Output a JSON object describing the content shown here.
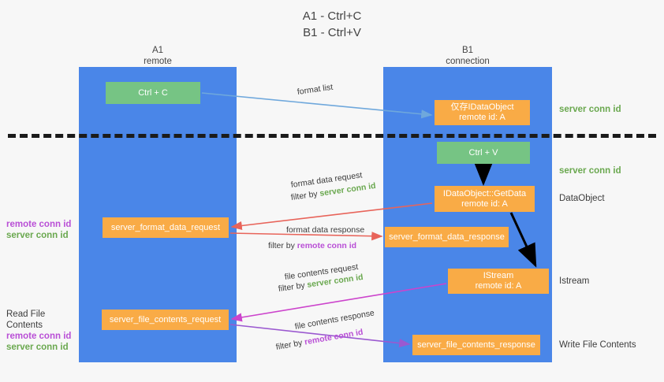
{
  "title": "A1 - Ctrl+C\nB1 - Ctrl+V",
  "columns": {
    "left": {
      "name": "A1",
      "role": "remote"
    },
    "right": {
      "name": "B1",
      "role": "connection"
    }
  },
  "nodes": {
    "ctrl_c": {
      "label": "Ctrl + C",
      "color": "#76c484"
    },
    "idataobject": {
      "line1": "仅存IDataObject",
      "line2": "remote id: A",
      "color": "#f9ab46"
    },
    "ctrl_v": {
      "label": "Ctrl + V",
      "color": "#76c484"
    },
    "getdata": {
      "line1": "IDataObject::GetData",
      "line2": "remote id: A",
      "color": "#f9ab46"
    },
    "format_data_request": {
      "label": "server_format_data_request",
      "color": "#f9ab46"
    },
    "format_data_response": {
      "label": "server_format_data_response",
      "color": "#f9ab46"
    },
    "istream": {
      "line1": "IStream",
      "line2": "remote id: A",
      "color": "#f9ab46"
    },
    "file_contents_request": {
      "label": "server_file_contents_request",
      "color": "#f9ab46"
    },
    "file_contents_response": {
      "label": "server_file_contents_response",
      "color": "#f9ab46"
    }
  },
  "edges": {
    "format_list": "format list",
    "format_data_request": {
      "line1": "format data request",
      "filter_prefix": "filter by ",
      "filter_value": "server conn id"
    },
    "format_data_response": {
      "line1": "format data response",
      "filter_prefix": "filter by ",
      "filter_value": "remote conn id"
    },
    "file_contents_request": {
      "line1": "file contents request",
      "filter_prefix": "filter by ",
      "filter_value": "server conn id"
    },
    "file_contents_response": {
      "line1": "file contents response",
      "filter_prefix": "filter by ",
      "filter_value": "remote conn id"
    }
  },
  "annotations": {
    "server_conn_id_top": "server conn id",
    "server_conn_id_mid": "server conn id",
    "dataobject": "DataObject",
    "istream": "Istream",
    "write_file_contents": "Write File Contents",
    "read_file_contents": "Read File Contents",
    "remote_conn_id": "remote conn id",
    "server_conn_id": "server conn id"
  },
  "colors": {
    "lane": "#4a86e8",
    "node_orange": "#f9ab46",
    "node_green": "#76c484",
    "server_conn": "#6aa84f",
    "remote_conn": "#b94fd6",
    "arrow_blue": "#6fa8dc",
    "arrow_red": "#e8645a",
    "arrow_magenta": "#cc44cc",
    "arrow_purple": "#9b59d0",
    "arrow_black": "#000000",
    "divider": "#1b1b1b"
  }
}
